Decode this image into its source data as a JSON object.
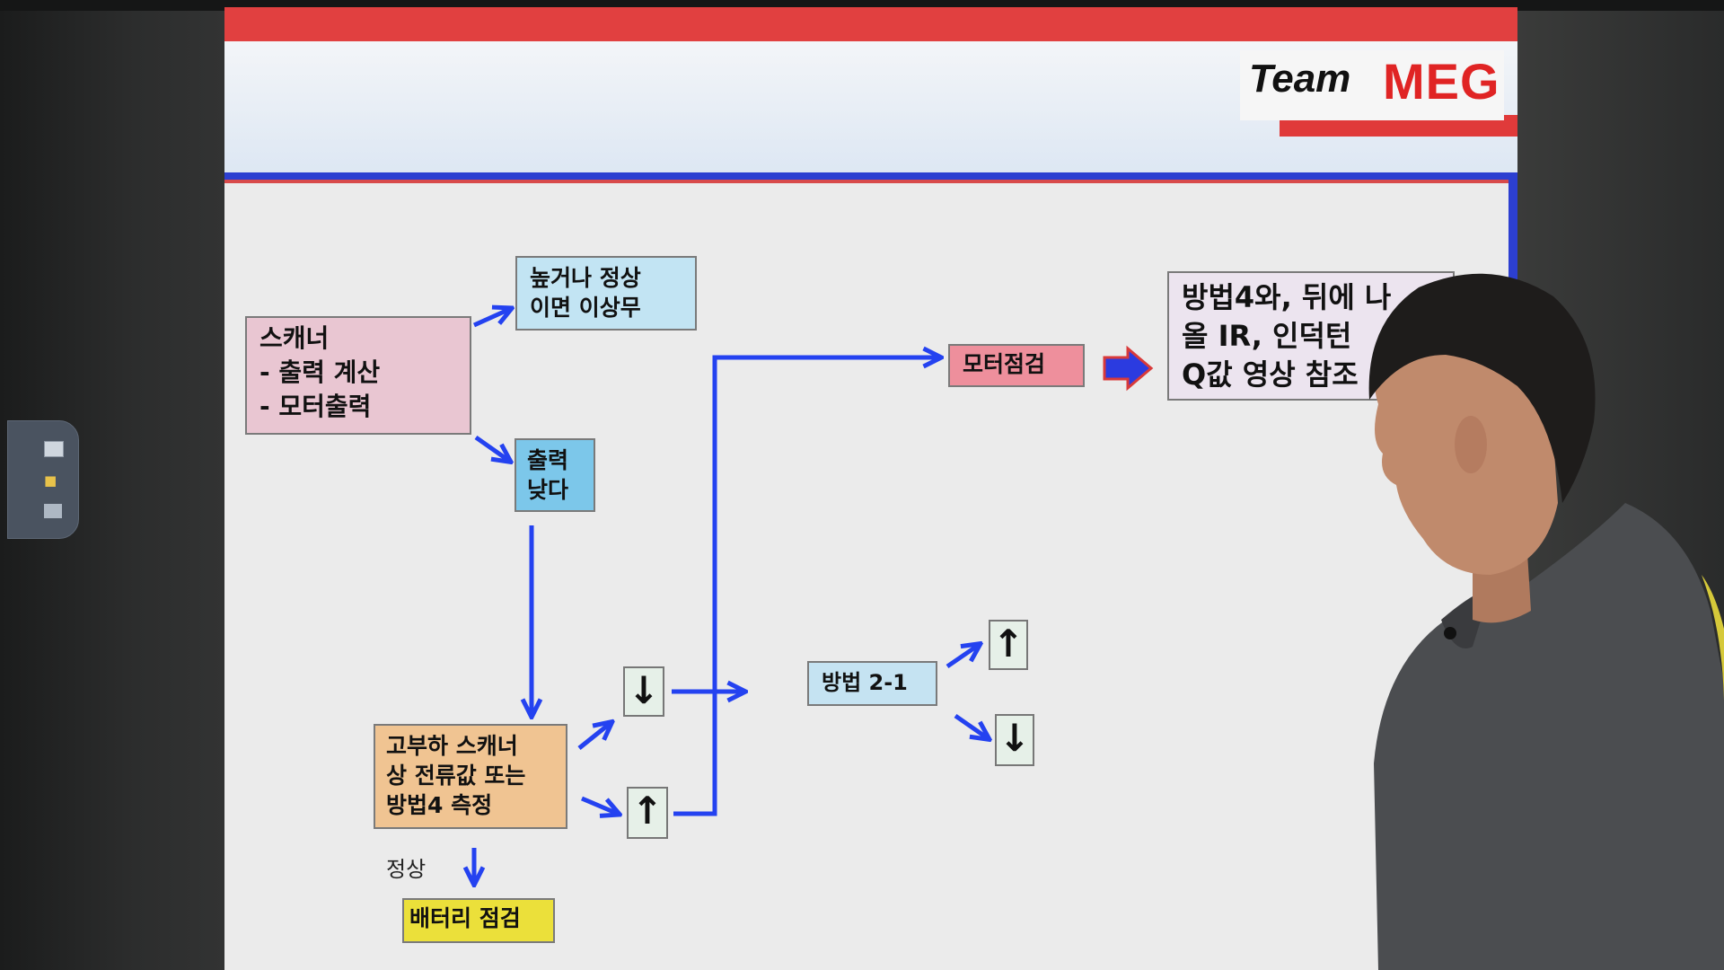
{
  "logo": {
    "team": "Team",
    "brand": "MEG"
  },
  "diagram": {
    "scanner": {
      "line1": "스캐너",
      "line2": "- 출력 계산",
      "line3": "- 모터출력"
    },
    "high_normal": {
      "line1": "높거나 정상",
      "line2": "이면 이상무"
    },
    "output_low": {
      "line1": "출력",
      "line2": "낮다"
    },
    "load_scanner": {
      "line1": "고부하 스캐너",
      "line2": "상 전류값 또는",
      "line3": "방법4 측정"
    },
    "normal_label": "정상",
    "battery_check": "배터리 점검",
    "method_2_1": "방법 2-1",
    "motor_check": "모터점검",
    "reference": {
      "line1": "방법4와, 뒤에 나",
      "line2": "올 IR, 인덕턴",
      "line3": "Q값 영상 참조"
    },
    "arrow_down": "↓",
    "arrow_up": "↑"
  },
  "colors": {
    "connector_blue": "#2442f0",
    "slide_red": "#e14040",
    "slide_blue": "#2c3fd1",
    "brand_red": "#e02424"
  }
}
